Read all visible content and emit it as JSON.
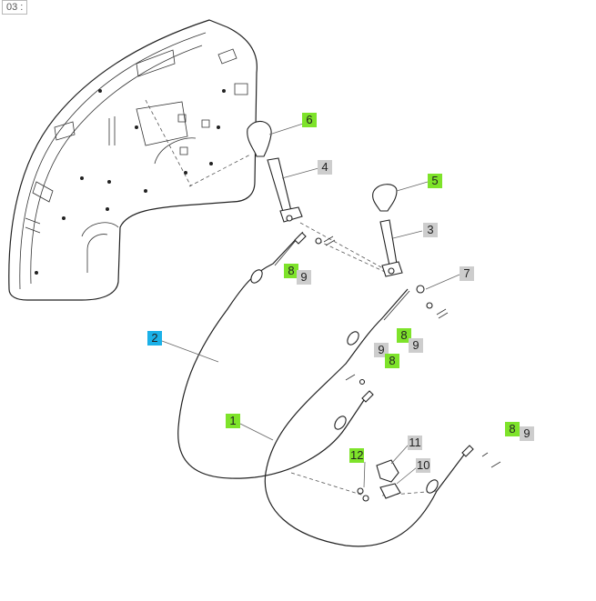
{
  "page_tag": "03 :",
  "callouts": {
    "c1": "1",
    "c2": "2",
    "c3": "3",
    "c4": "4",
    "c5": "5",
    "c6": "6",
    "c7": "7",
    "c8a": "8",
    "c9a": "9",
    "c8b": "8",
    "c9b": "9",
    "c9c": "9",
    "c8c": "8",
    "c8d": "8",
    "c9d": "9",
    "c10": "10",
    "c11": "11",
    "c12": "12"
  },
  "colors": {
    "gray": "#cdcdcd",
    "green": "#7ee32a",
    "blue": "#1bb1e8"
  }
}
